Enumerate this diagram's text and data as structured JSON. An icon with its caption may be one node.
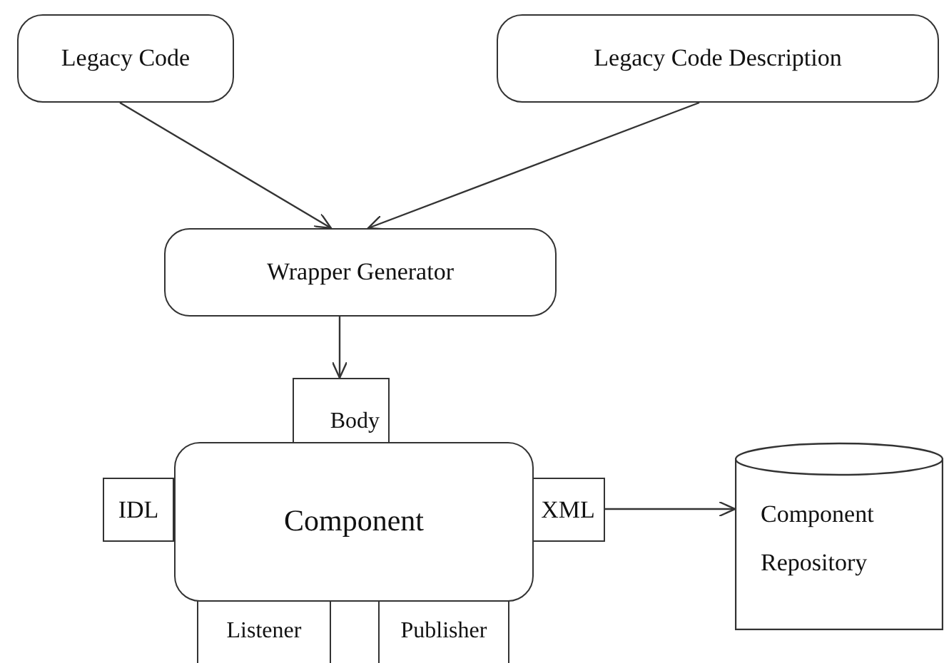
{
  "diagram": {
    "nodes": [
      {
        "text": [
          "Legacy Code"
        ]
      },
      {
        "text": [
          "Legacy Code Description"
        ]
      },
      {
        "text": [
          "Wrapper Generator"
        ]
      },
      {
        "text": [
          "Body"
        ]
      },
      {
        "text": [
          "IDL"
        ]
      },
      {
        "text": [
          "Component"
        ]
      },
      {
        "text": [
          "XML"
        ]
      },
      {
        "text": [
          "Listener"
        ]
      },
      {
        "text": [
          "Publisher"
        ]
      },
      {
        "text": [
          "Component Repository"
        ]
      }
    ],
    "edges": [
      {
        "from": 0,
        "to": 2,
        "arrow": "to"
      },
      {
        "from": 1,
        "to": 2,
        "arrow": "to"
      },
      {
        "from": 2,
        "to": 3,
        "arrow": "to"
      },
      {
        "from": 6,
        "to": 9,
        "arrow": "to"
      }
    ]
  }
}
